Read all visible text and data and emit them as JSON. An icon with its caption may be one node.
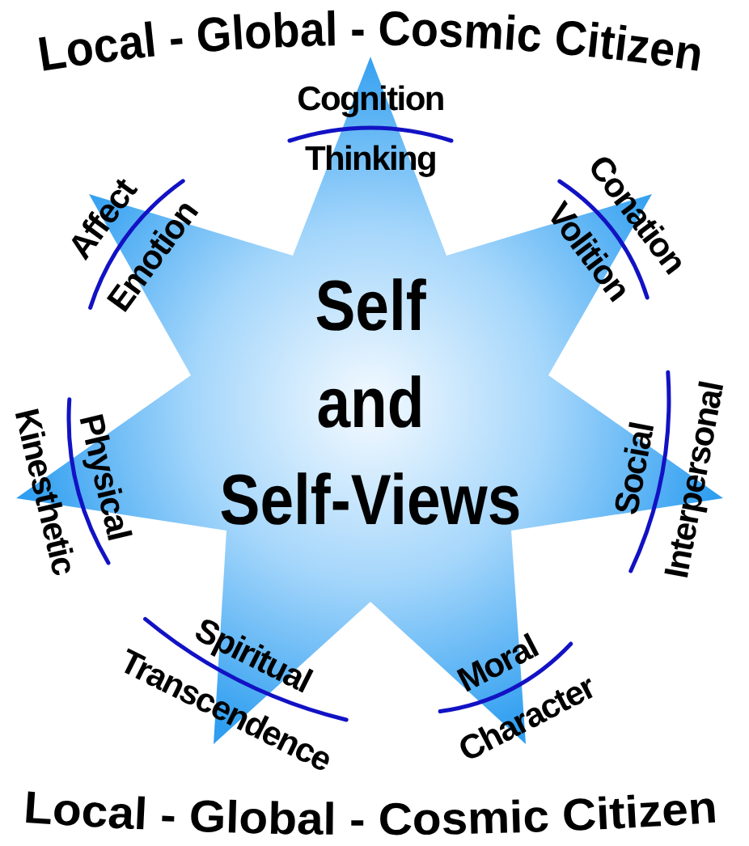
{
  "diagram": {
    "nodes": [
      {
        "text": [
          "Self and Self-Views"
        ]
      }
    ],
    "labels": [
      "Local - Global - Cosmic Citizen",
      "Cognition",
      "Thinking",
      "Conation",
      "Volition",
      "Social",
      "Interpersonal",
      "Moral",
      "Character",
      "Spiritual",
      "Transcendence",
      "Physical",
      "Kinesthetic",
      "Affect",
      "Emotion",
      "Local - Global - Cosmic Citizen"
    ]
  }
}
